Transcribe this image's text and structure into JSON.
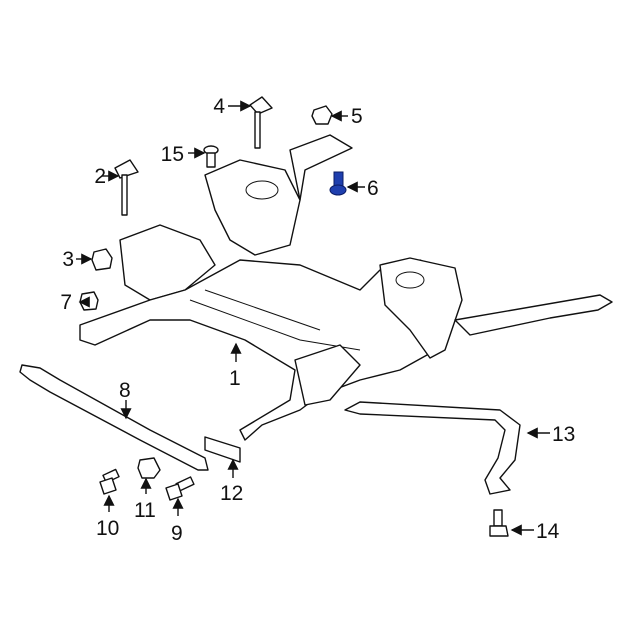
{
  "diagram": {
    "highlight_color": "#1f3fae",
    "callouts": [
      {
        "id": "1",
        "text": "1"
      },
      {
        "id": "2",
        "text": "2"
      },
      {
        "id": "3",
        "text": "3"
      },
      {
        "id": "4",
        "text": "4"
      },
      {
        "id": "5",
        "text": "5"
      },
      {
        "id": "6",
        "text": "6"
      },
      {
        "id": "7",
        "text": "7"
      },
      {
        "id": "8",
        "text": "8"
      },
      {
        "id": "9",
        "text": "9"
      },
      {
        "id": "10",
        "text": "10"
      },
      {
        "id": "11",
        "text": "11"
      },
      {
        "id": "12",
        "text": "12"
      },
      {
        "id": "13",
        "text": "13"
      },
      {
        "id": "14",
        "text": "14"
      },
      {
        "id": "15",
        "text": "15"
      }
    ]
  }
}
